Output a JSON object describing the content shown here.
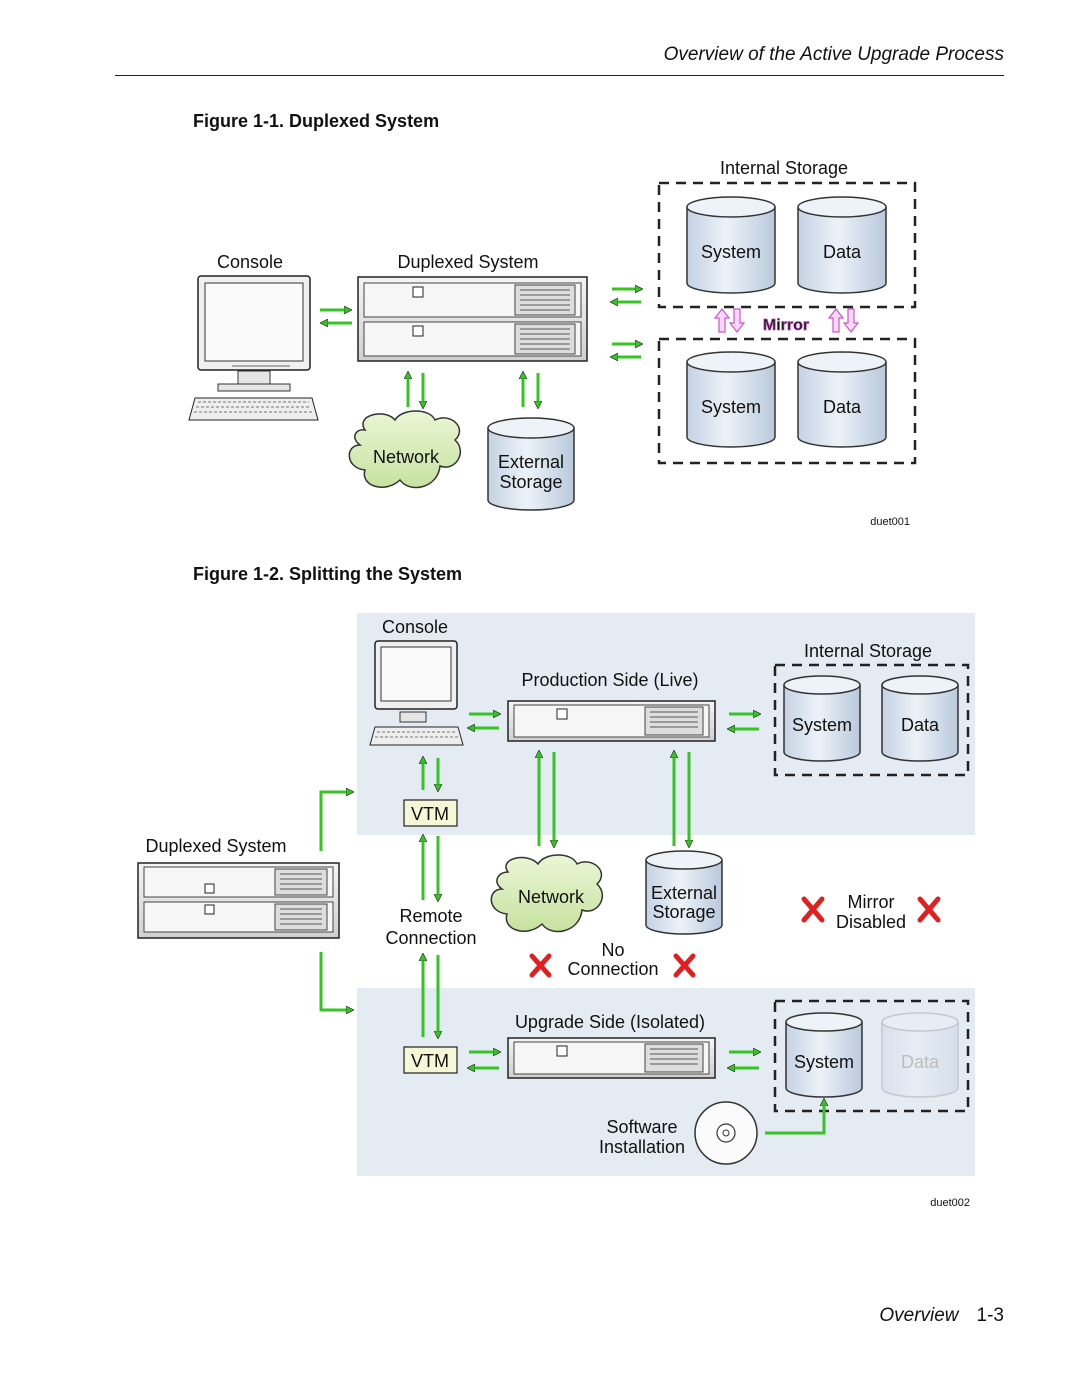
{
  "header": {
    "title": "Overview of the Active Upgrade Process"
  },
  "figure1": {
    "caption": "Figure 1-1. Duplexed System",
    "console": "Console",
    "duplexed_system": "Duplexed System",
    "internal_storage": "Internal Storage",
    "system": "System",
    "data": "Data",
    "mirror": "Mirror",
    "network": "Network",
    "external": "External",
    "storage": "Storage",
    "id": "duet001"
  },
  "figure2": {
    "caption": "Figure 1-2. Splitting the System",
    "console": "Console",
    "internal_storage": "Internal Storage",
    "production_side": "Production Side (Live)",
    "system": "System",
    "data": "Data",
    "vtm": "VTM",
    "duplexed_system": "Duplexed System",
    "remote": "Remote",
    "connection": "Connection",
    "network": "Network",
    "external": "External",
    "storage": "Storage",
    "mirror": "Mirror",
    "disabled": "Disabled",
    "no": "No",
    "no_connection": "Connection",
    "upgrade_side": "Upgrade Side (Isolated)",
    "software": "Software",
    "installation": "Installation",
    "id": "duet002"
  },
  "footer": {
    "section": "Overview",
    "page": "1-3"
  },
  "colors": {
    "arrow": "#35c424",
    "panel": "#e4ebf3",
    "cylinder": "#dbe6f2",
    "mirror": "#cc55cc",
    "cross": "#e02020"
  }
}
